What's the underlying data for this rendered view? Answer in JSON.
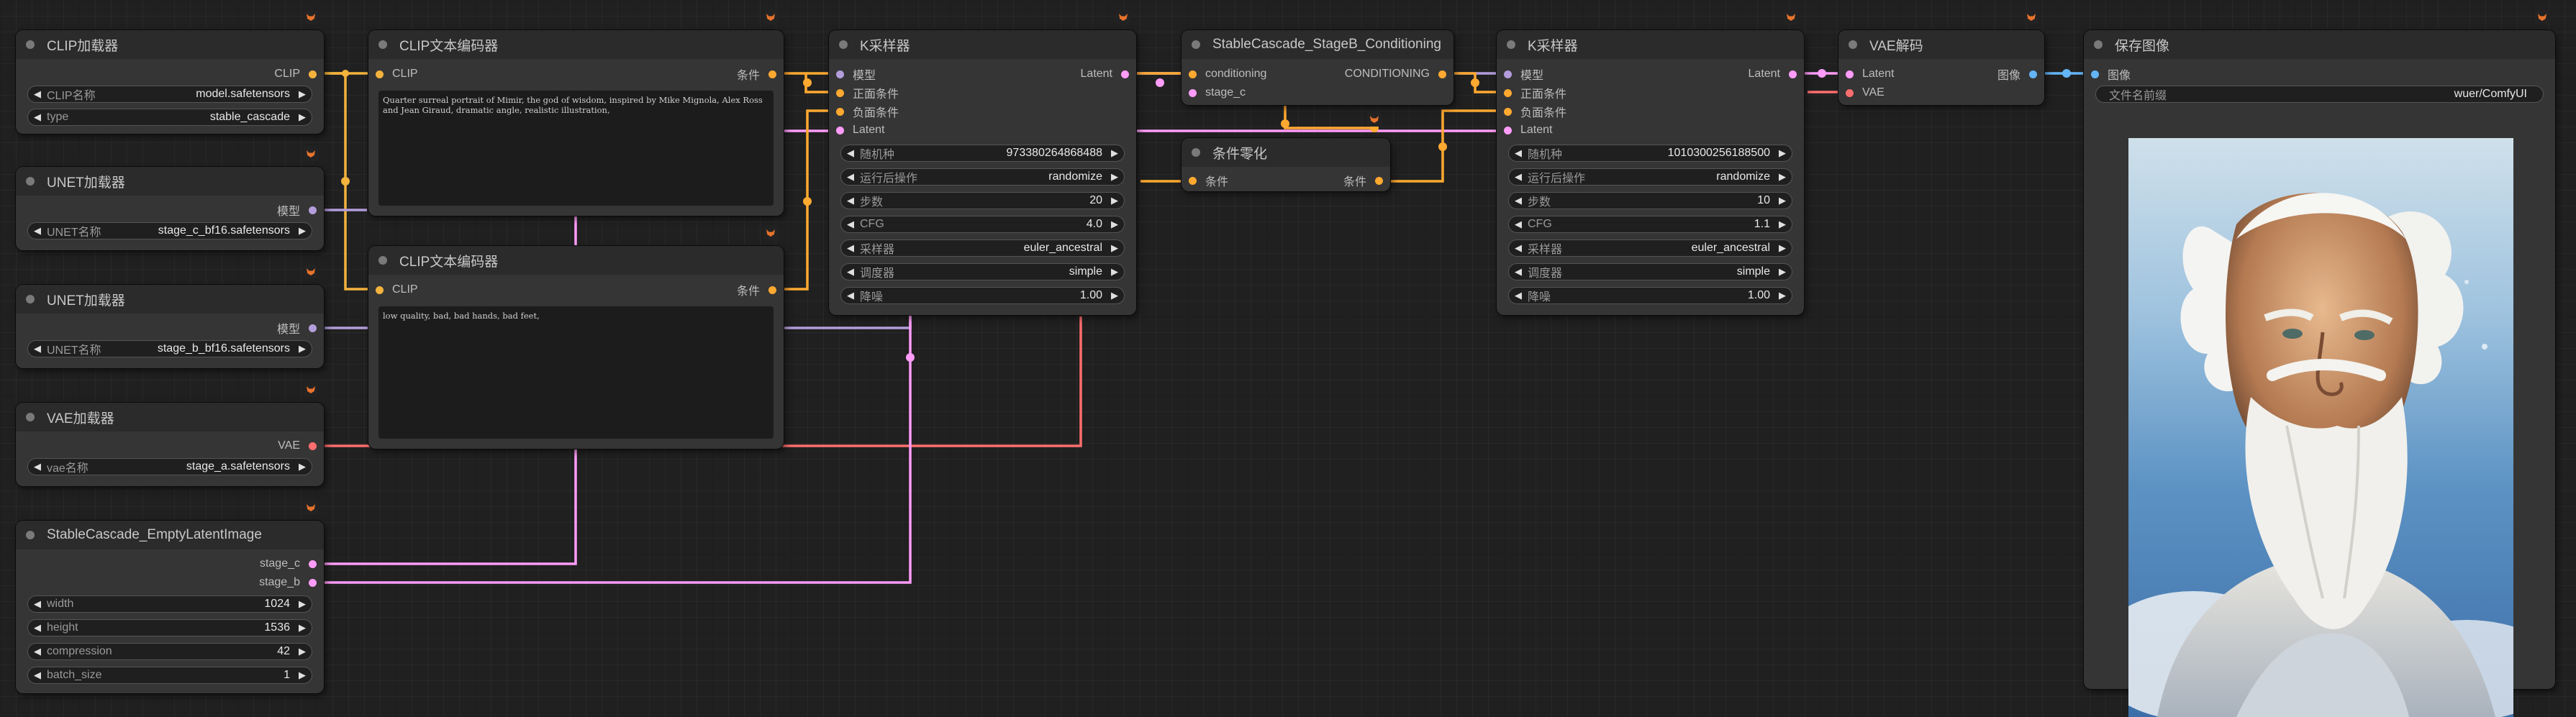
{
  "colors": {
    "clip": "#f4b33d",
    "model": "#b39ddb",
    "vae": "#ff6e6e",
    "latent": "#ff9cf9",
    "conditioning": "#ffa931",
    "image": "#64b5f6",
    "wire_clip": "#f4b33d",
    "wire_model": "#b39ddb",
    "wire_vae": "#ff6e6e",
    "wire_latent": "#ff9cf9",
    "wire_cond": "#ffa931",
    "wire_image": "#64b5f6"
  },
  "clip_loader": {
    "title": "CLIP加载器",
    "output_clip": "CLIP",
    "w_name_label": "CLIP名称",
    "w_name_value": "model.safetensors",
    "w_type_label": "type",
    "w_type_value": "stable_cascade"
  },
  "unet_loader_c": {
    "title": "UNET加载器",
    "output_model": "模型",
    "w_name_label": "UNET名称",
    "w_name_value": "stage_c_bf16.safetensors"
  },
  "unet_loader_b": {
    "title": "UNET加载器",
    "output_model": "模型",
    "w_name_label": "UNET名称",
    "w_name_value": "stage_b_bf16.safetensors"
  },
  "vae_loader": {
    "title": "VAE加载器",
    "output_vae": "VAE",
    "w_name_label": "vae名称",
    "w_name_value": "stage_a.safetensors"
  },
  "empty_latent": {
    "title": "StableCascade_EmptyLatentImage",
    "output_stage_c": "stage_c",
    "output_stage_b": "stage_b",
    "w_width_label": "width",
    "w_width_value": "1024",
    "w_height_label": "height",
    "w_height_value": "1536",
    "w_compression_label": "compression",
    "w_compression_value": "42",
    "w_batch_label": "batch_size",
    "w_batch_value": "1"
  },
  "clip_text_pos": {
    "title": "CLIP文本编码器",
    "input_clip": "CLIP",
    "output_cond": "条件",
    "text": "Quarter surreal portrait of Mimir, the god of wisdom, inspired by Mike Mignola, Alex Ross and Jean Giraud, dramatic angle, realistic illustration,"
  },
  "clip_text_neg": {
    "title": "CLIP文本编码器",
    "input_clip": "CLIP",
    "output_cond": "条件",
    "text": "low quality, bad, bad hands, bad feet,"
  },
  "ksampler_1": {
    "title": "K采样器",
    "in_model": "模型",
    "in_pos": "正面条件",
    "in_neg": "负面条件",
    "in_latent": "Latent",
    "out_latent": "Latent",
    "w_seed_label": "随机种",
    "w_seed_value": "973380264868488",
    "w_control_label": "运行后操作",
    "w_control_value": "randomize",
    "w_steps_label": "步数",
    "w_steps_value": "20",
    "w_cfg_label": "CFG",
    "w_cfg_value": "4.0",
    "w_sampler_label": "采样器",
    "w_sampler_value": "euler_ancestral",
    "w_scheduler_label": "调度器",
    "w_scheduler_value": "simple",
    "w_denoise_label": "降噪",
    "w_denoise_value": "1.00"
  },
  "stageb_cond": {
    "title": "StableCascade_StageB_Conditioning",
    "in_conditioning": "conditioning",
    "in_stage_c": "stage_c",
    "out_conditioning": "CONDITIONING"
  },
  "cond_zero": {
    "title": "条件零化",
    "in_cond": "条件",
    "out_cond": "条件"
  },
  "ksampler_2": {
    "title": "K采样器",
    "in_model": "模型",
    "in_pos": "正面条件",
    "in_neg": "负面条件",
    "in_latent": "Latent",
    "out_latent": "Latent",
    "w_seed_label": "随机种",
    "w_seed_value": "1010300256188500",
    "w_control_label": "运行后操作",
    "w_control_value": "randomize",
    "w_steps_label": "步数",
    "w_steps_value": "10",
    "w_cfg_label": "CFG",
    "w_cfg_value": "1.1",
    "w_sampler_label": "采样器",
    "w_sampler_value": "euler_ancestral",
    "w_scheduler_label": "调度器",
    "w_scheduler_value": "simple",
    "w_denoise_label": "降噪",
    "w_denoise_value": "1.00"
  },
  "vae_decode": {
    "title": "VAE解码",
    "in_latent": "Latent",
    "in_vae": "VAE",
    "out_image": "图像"
  },
  "save_image": {
    "title": "保存图像",
    "in_image": "图像",
    "w_prefix_label": "文件名前缀",
    "w_prefix_value": "wuer/ComfyUI"
  }
}
